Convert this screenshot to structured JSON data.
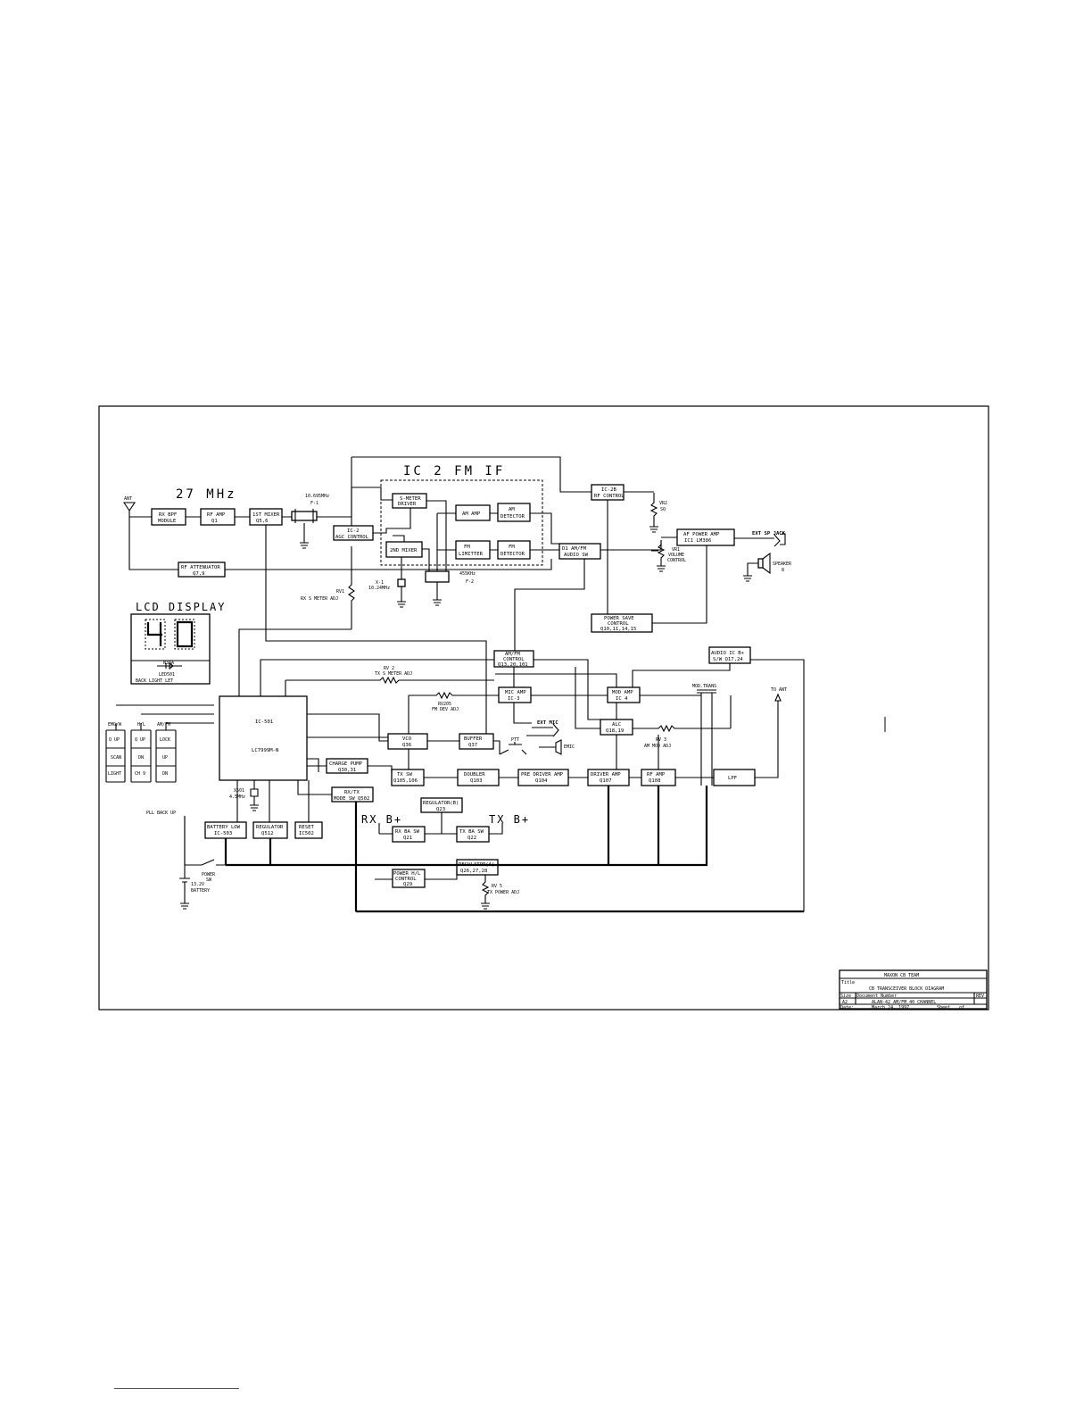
{
  "diagram": {
    "band_title": "27 MHz",
    "if_section_title": "IC 2 FM IF",
    "lcd_title": "LCD DISPLAY",
    "lcd_digits": "40",
    "lcd_small": "N3AA",
    "backlight": {
      "ref": "LED501",
      "label": "BACK LIGHT LET"
    },
    "ant": "ANT",
    "to_ant": "TO ANT",
    "rx_b": "RX B+",
    "tx_b": "TX B+",
    "ic_main": {
      "ref": "IC-501",
      "part": "LC7999M-N"
    },
    "blocks": {
      "rx_bpf": [
        "RX BPF",
        "MODULE"
      ],
      "rf_amp": [
        "RF AMP",
        "Q1"
      ],
      "mixer1": [
        "1ST MIXER",
        "Q5,6"
      ],
      "agc": [
        "IC-2",
        "AGC CONTROL"
      ],
      "smeter_drv": [
        "S-METER",
        "DRIVER"
      ],
      "mixer2": [
        "2ND MIXER"
      ],
      "am_amp": [
        "AM AMP"
      ],
      "am_det": [
        "AM",
        "DETECTOR"
      ],
      "fm_lim": [
        "FM",
        "LIMITTER"
      ],
      "fm_det": [
        "FM",
        "DETECTOR"
      ],
      "rf_atten": [
        "RF ATTENUATOR",
        "Q7,9"
      ],
      "rf_control": [
        "IC-2B",
        "RF CONTROL"
      ],
      "audio_sw": [
        "D1 AM/FM",
        "AUDIO SW"
      ],
      "af_pwr": [
        "AF POWER AMP",
        "IC1 LM386"
      ],
      "pwr_save": [
        "POWER SAVE",
        "CONTROL",
        "Q10,11,14,15"
      ],
      "am_fm_ctrl": [
        "AM/FM",
        "CONTROL",
        "Q13,20,101"
      ],
      "audio_ic": [
        "AUDIO IC B+",
        "S/W Q17,24"
      ],
      "mic_amp": [
        "MIC AMP",
        "IC-3"
      ],
      "mod_amp": [
        "MOD AMP",
        "IC 4"
      ],
      "alc": [
        "ALC",
        "Q18,19"
      ],
      "vco": [
        "VCO",
        "Q36"
      ],
      "buffer": [
        "BUFFER",
        "Q37"
      ],
      "charge_pump": [
        "CHARGE PUMP",
        "Q30,31"
      ],
      "rxtx_mode": [
        "RX/TX",
        "MODE SW Q502"
      ],
      "tx_sw": [
        "TX SW",
        "Q105,106"
      ],
      "doubler": [
        "DOUBLER",
        "Q103"
      ],
      "pre_drv": [
        "PRE DRIVER AMP",
        "Q104"
      ],
      "driver_amp": [
        "DRIVER AMP",
        "Q107"
      ],
      "rf_amp_tx": [
        "RF AMP",
        "Q108"
      ],
      "lpf": [
        "LPF"
      ],
      "batt_low": [
        "BATTERY LOW",
        "IC-503"
      ],
      "regulator": [
        "REGULATOR",
        "Q512"
      ],
      "reset": [
        "RESET",
        "IC502"
      ],
      "reg_b": [
        "REGULATOR(B)",
        "Q23"
      ],
      "rx_ba_sw": [
        "RX BA SW",
        "Q21"
      ],
      "tx_ba_sw": [
        "TX BA SW",
        "Q22"
      ],
      "pwr_hl": [
        "POWER H/L",
        "CONTROL",
        "Q29"
      ],
      "reg_a": [
        "REGULATOR(A)",
        "Q26,27,28"
      ]
    },
    "annotations": {
      "xtal1": "10.695MHz",
      "f1": "F-1",
      "x1": [
        "X-1",
        "10.24MHz"
      ],
      "f2_freq": "455KHz",
      "f2": "F-2",
      "rv1": [
        "RV1",
        "RX S METER ADJ"
      ],
      "vr2": [
        "VR2",
        "SQ"
      ],
      "vr1": [
        "VR1",
        "VOLUME",
        "CONTROL"
      ],
      "ext_sp": "EXT SP JACK",
      "speaker": [
        "SPEAKER",
        "8"
      ],
      "rv2": [
        "RV 2",
        "TX S METER ADJ"
      ],
      "rv205": [
        "RV205",
        "FM DEV ADJ"
      ],
      "rv3": [
        "RV 3",
        "AM MOD ADJ"
      ],
      "rv5": [
        "RV 5",
        "TX POWER ADJ"
      ],
      "mod_trans": "MOD.TRANS",
      "ext_mic": "EXT MIC",
      "ptt": "PTT",
      "emic": "EMIC",
      "x501": [
        "X501",
        "4.5MHz"
      ],
      "pll": "PLL BACK UP",
      "power_sw": [
        "POWER",
        "SW"
      ],
      "battery": [
        "13.2V",
        "BATTERY"
      ]
    },
    "keys": [
      {
        "top": "EMG/W",
        "rows": [
          "Q UP",
          "SCAN",
          "LIGHT"
        ]
      },
      {
        "top": "H/L",
        "rows": [
          "Q UP",
          "DN",
          "CH 9"
        ]
      },
      {
        "top": "AM/FM",
        "rows": [
          "LOCK",
          "UP",
          "DN"
        ]
      }
    ]
  },
  "title_block": {
    "company": "MAXON CB TEAM",
    "title_label": "Title",
    "title": "CB TRANSCEIVER BLOCK DIAGRAM",
    "size_label": "Size",
    "size": "A2",
    "docnum_label": "Document Number",
    "docnum": "ALAN-42 AM/FM 40 CHANNEL",
    "rev_label": "REV",
    "date_label": "Date:",
    "date": "March 24, 1997",
    "sheet_label": "Sheet",
    "sheet": "of"
  }
}
